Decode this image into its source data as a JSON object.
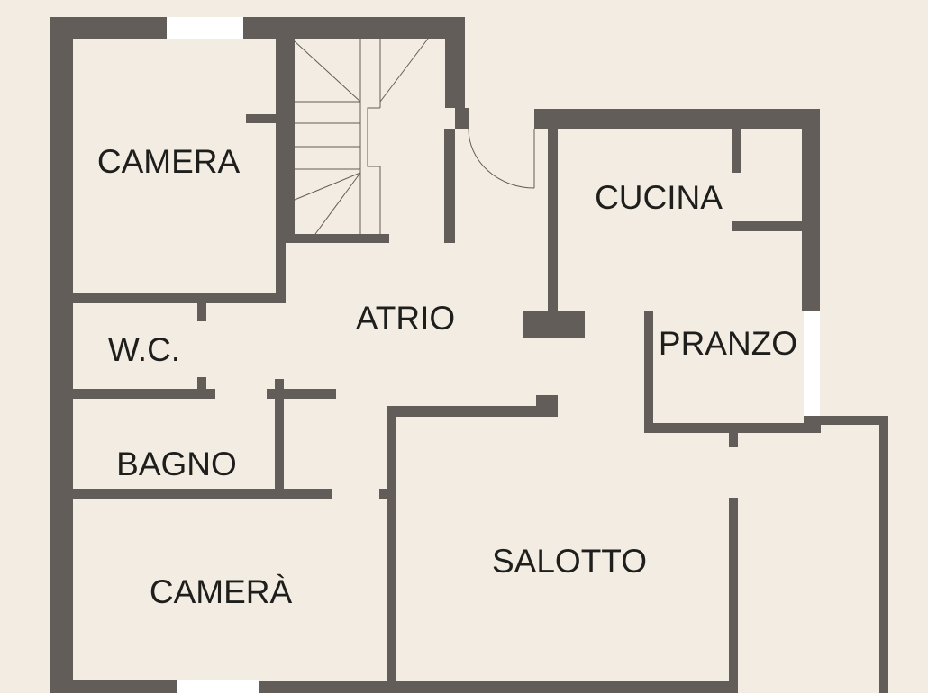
{
  "plan": {
    "wall_color": "#625d59",
    "background_color": "#f3ece2",
    "rooms": {
      "camera_top": "CAMERA",
      "atrio": "ATRIO",
      "wc": "W.C.",
      "bagno": "BAGNO",
      "camera_bottom": "CAMERÀ",
      "cucina": "CUCINA",
      "pranzo": "PRANZO",
      "salotto": "SALOTTO"
    }
  }
}
